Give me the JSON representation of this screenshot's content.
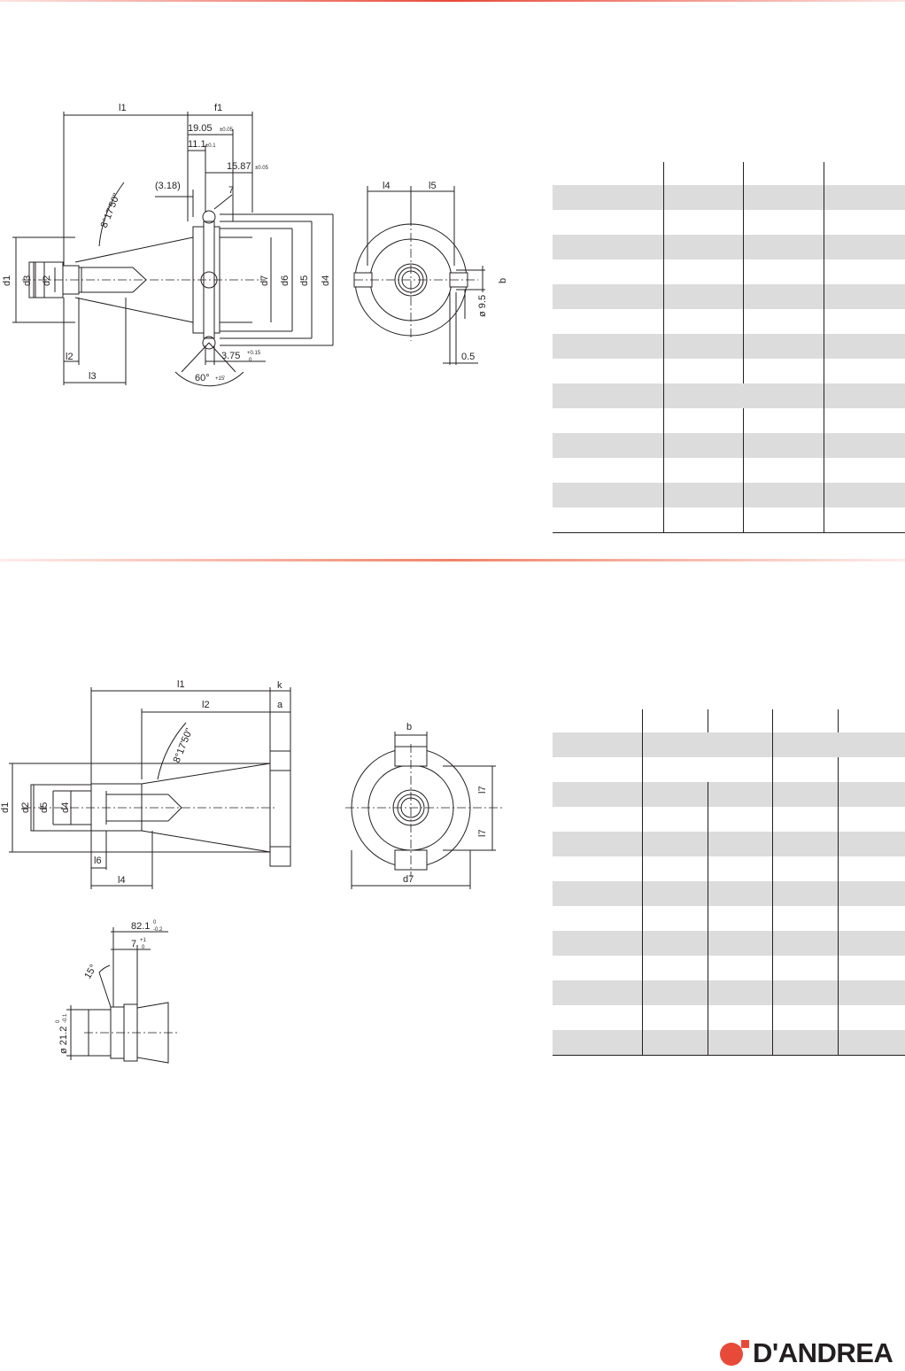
{
  "drawing1": {
    "dims": {
      "l1": "l1",
      "f1": "f1",
      "d19": "19.05",
      "d19_tol": "±0.05",
      "d11": "11.1",
      "d11_tol": "±0.1",
      "d15": "15.87",
      "d15_tol": "±0.05",
      "d318": "(3.18)",
      "seven": "7",
      "angle": "8°17'50\"",
      "d1": "d1",
      "d2": "d2",
      "d3": "d3",
      "d4": "d4",
      "d5": "d5",
      "d6": "d6",
      "d7": "d7",
      "l2": "l2",
      "l3": "l3",
      "l4": "l4",
      "l5": "l5",
      "d375": "3.75",
      "d375_tol_up": "+0.15",
      "d375_tol_dn": "0",
      "d60": "60°",
      "d60_tol": "+15'",
      "b": "b",
      "d95": "ø 9.5",
      "d05": "0.5"
    }
  },
  "drawing2": {
    "dims": {
      "l1": "l1",
      "k": "k",
      "l2": "l2",
      "a": "a",
      "angle": "8°17'50\"",
      "d1": "d1",
      "d2": "d2",
      "d5": "d5",
      "d4": "d4",
      "l6": "l6",
      "l4": "l4",
      "b": "b",
      "l7a": "l7",
      "l7b": "l7",
      "d7": "d7",
      "d821": "82.1",
      "d821_tol_up": "0",
      "d821_tol_dn": "-0.2",
      "d7s": "7",
      "d7s_tol_up": "+1",
      "d7s_tol_dn": "0",
      "d15": "15°",
      "d212": "ø 21.2",
      "d212_tol_up": "0",
      "d212_tol_dn": "-0.1"
    }
  },
  "brand": {
    "name": "D'ANDREA",
    "accent": "#e84a39",
    "shade": "#dcdcdd"
  }
}
